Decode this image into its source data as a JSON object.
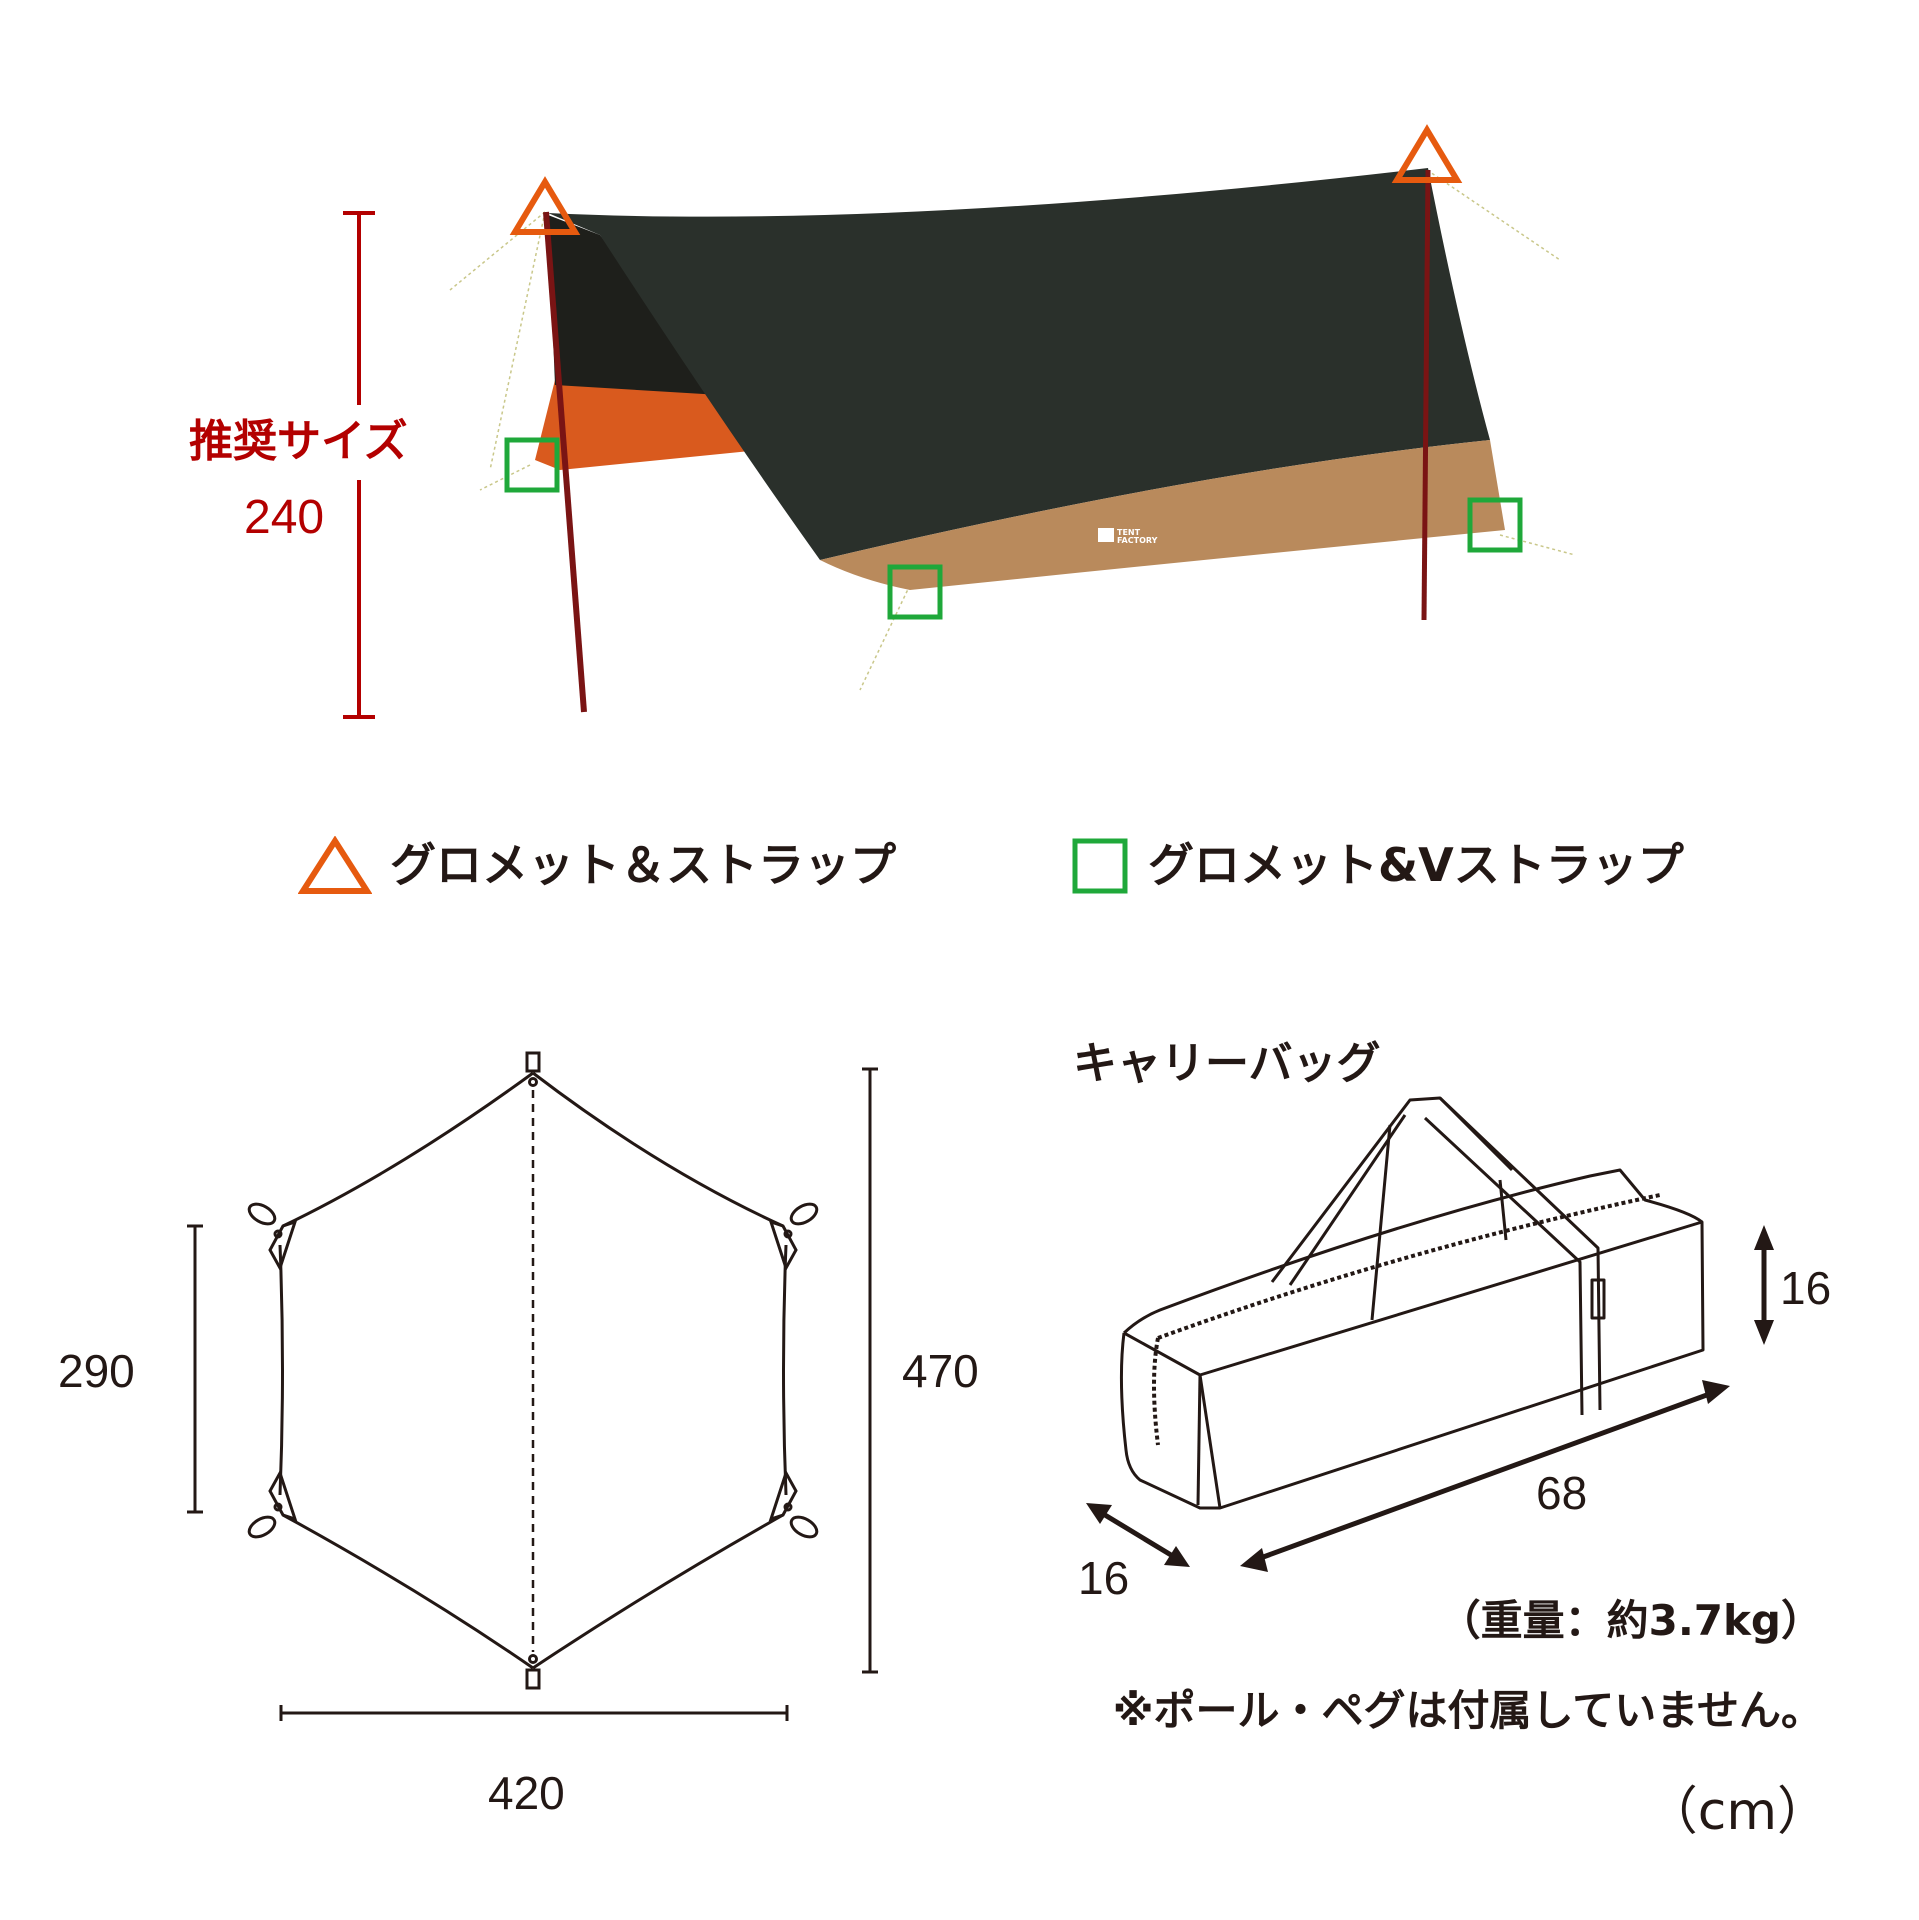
{
  "colors": {
    "accent_red": "#b30000",
    "triangle_orange": "#e65a0f",
    "square_green": "#1fa83a",
    "tarp_dark": "#2a302b",
    "tarp_tan": "#b98a5c",
    "tarp_orange": "#d95a1e",
    "pole": "#7a1414",
    "line": "#231815"
  },
  "height_dimension": {
    "label": "推奨サイズ",
    "value": "240"
  },
  "tarp_photo": {
    "brand_logo_line1": "TENT",
    "brand_logo_line2": "FACTORY"
  },
  "legend": {
    "items": [
      {
        "icon": "orange-triangle-icon",
        "label": "グロメット＆ストラップ"
      },
      {
        "icon": "green-square-icon",
        "label": "グロメット&Vストラップ"
      }
    ]
  },
  "floor_plan": {
    "width": "420",
    "depth": "470",
    "side_length": "290"
  },
  "carry_bag": {
    "title": "キャリーバッグ",
    "length": "68",
    "width": "16",
    "height": "16",
    "weight": "（重量：約3.7kg）",
    "note": "※ポール・ペグは付属していません。",
    "unit": "（cm）"
  }
}
